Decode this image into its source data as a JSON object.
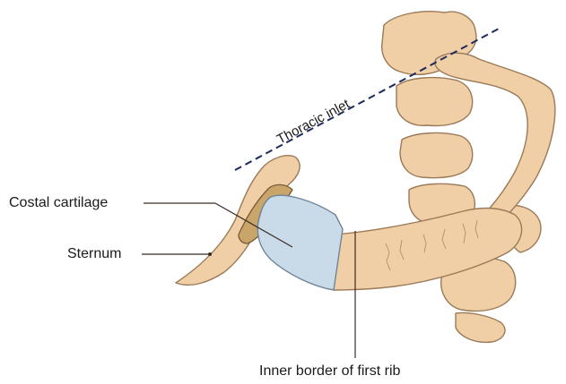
{
  "labels": {
    "costal_cartilage": "Costal cartilage",
    "sternum": "Sternum",
    "inner_border": "Inner border of first rib",
    "thoracic_inlet": "Thoracic inlet"
  },
  "colors": {
    "bone": "#f0cfa6",
    "bone_outline": "#9a7a58",
    "cartilage": "#c9dbe8",
    "cartilage_outline": "#6e8597",
    "clavicular_facet": "#caa56a",
    "leader_line": "#3a2a24",
    "inlet_line": "#1e2a5a",
    "text": "#1a1a1a"
  }
}
